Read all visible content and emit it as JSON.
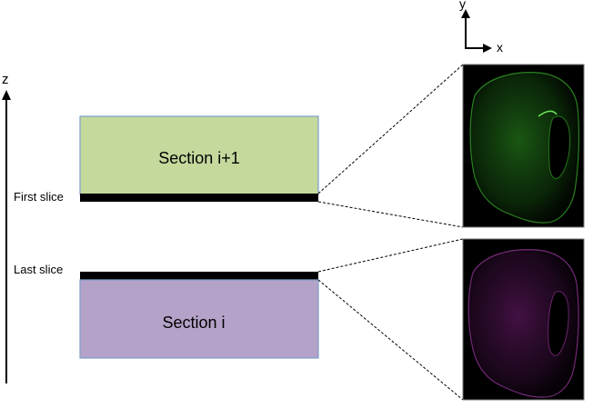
{
  "axes": {
    "z_label": "z",
    "y_label": "y",
    "x_label": "x"
  },
  "sections": {
    "upper": {
      "label": "Section i+1",
      "fill": "#c5d99d",
      "stroke": "#7b9fc9"
    },
    "lower": {
      "label": "Section i",
      "fill": "#b4a2c9",
      "stroke": "#7b9fc9"
    }
  },
  "slices": {
    "first_label": "First slice",
    "last_label": "Last slice",
    "color": "#000000"
  },
  "images": {
    "upper_tint": "#2fa022",
    "lower_tint": "#7a1f7d",
    "background": "#000000"
  }
}
